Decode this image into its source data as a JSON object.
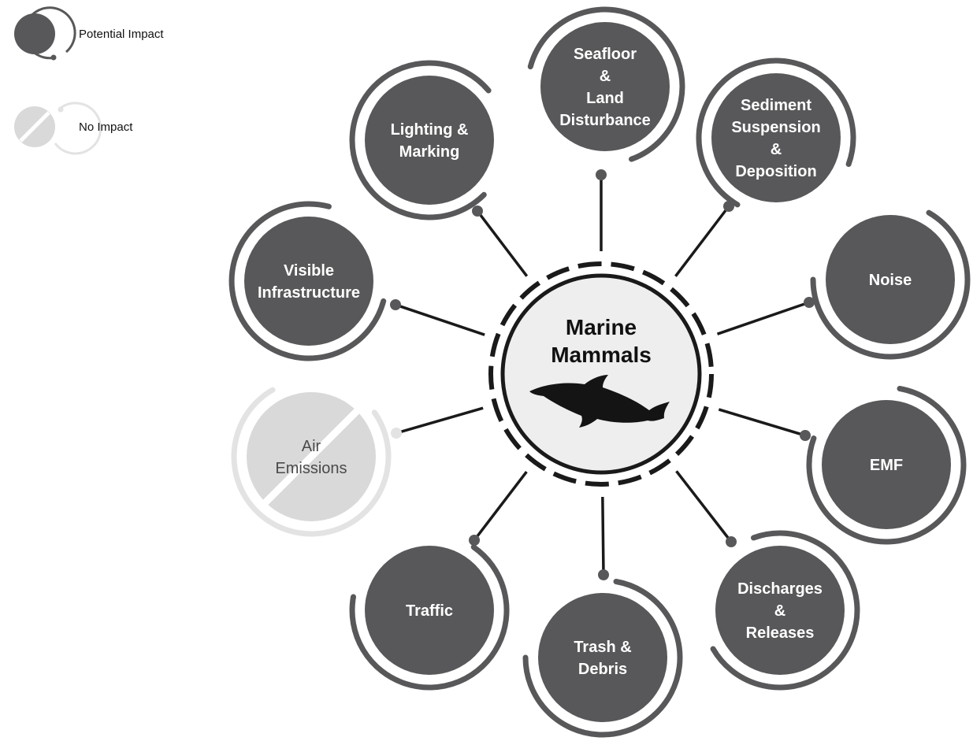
{
  "legend": {
    "potential_label": "Potential Impact",
    "none_label": "No Impact"
  },
  "center": {
    "lines": [
      "Marine",
      "Mammals"
    ],
    "icon": "dolphin-icon"
  },
  "nodes": [
    {
      "id": "seafloor",
      "lines": [
        "Seafloor",
        "&",
        "Land",
        "Disturbance"
      ],
      "impact": "potential"
    },
    {
      "id": "sediment",
      "lines": [
        "Sediment",
        "Suspension",
        "&",
        "Deposition"
      ],
      "impact": "potential"
    },
    {
      "id": "noise",
      "lines": [
        "Noise"
      ],
      "impact": "potential"
    },
    {
      "id": "emf",
      "lines": [
        "EMF"
      ],
      "impact": "potential"
    },
    {
      "id": "discharges",
      "lines": [
        "Discharges",
        "&",
        "Releases"
      ],
      "impact": "potential"
    },
    {
      "id": "trash",
      "lines": [
        "Trash &",
        "Debris"
      ],
      "impact": "potential"
    },
    {
      "id": "traffic",
      "lines": [
        "Traffic"
      ],
      "impact": "potential"
    },
    {
      "id": "air",
      "lines": [
        "Air",
        "Emissions"
      ],
      "impact": "none"
    },
    {
      "id": "visible",
      "lines": [
        "Visible",
        "Infrastructure"
      ],
      "impact": "potential"
    },
    {
      "id": "lighting",
      "lines": [
        "Lighting &",
        "Marking"
      ],
      "impact": "potential"
    }
  ],
  "colors": {
    "potential": "#58585a",
    "none_fill": "#d9d9d9",
    "none_ring": "#e3e3e3",
    "connector": "#1a1a1a",
    "center_fill": "#eeeeee"
  }
}
